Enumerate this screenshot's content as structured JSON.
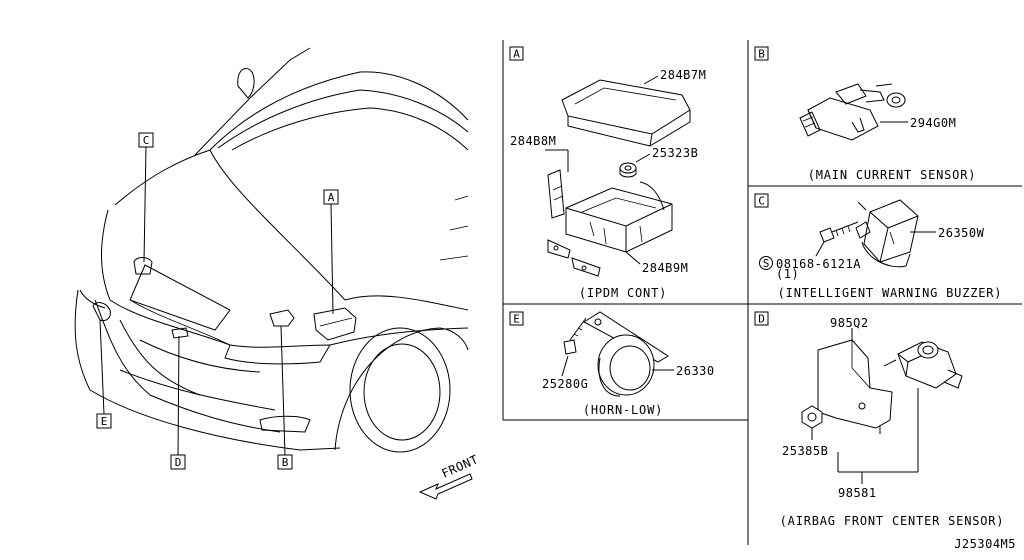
{
  "overview": {
    "callouts": [
      "C",
      "A",
      "E",
      "D",
      "B"
    ],
    "front_label": "FRONT"
  },
  "panels": {
    "A": {
      "letter": "A",
      "parts": [
        "284B7M",
        "284B8M",
        "25323B",
        "284B9M"
      ],
      "caption": "(IPDM CONT)"
    },
    "B": {
      "letter": "B",
      "parts": [
        "294G0M"
      ],
      "caption": "(MAIN CURRENT SENSOR)"
    },
    "C": {
      "letter": "C",
      "parts": [
        "26350W",
        "08168-6121A",
        "(1)"
      ],
      "bolt_symbol": "S",
      "caption": "(INTELLIGENT WARNING BUZZER)"
    },
    "E": {
      "letter": "E",
      "parts": [
        "25280G",
        "26330"
      ],
      "caption": "(HORN-LOW)"
    },
    "D": {
      "letter": "D",
      "parts": [
        "985Q2",
        "25385B",
        "98581"
      ],
      "caption": "(AIRBAG FRONT CENTER SENSOR)"
    }
  },
  "diagram_code": "J25304M5"
}
